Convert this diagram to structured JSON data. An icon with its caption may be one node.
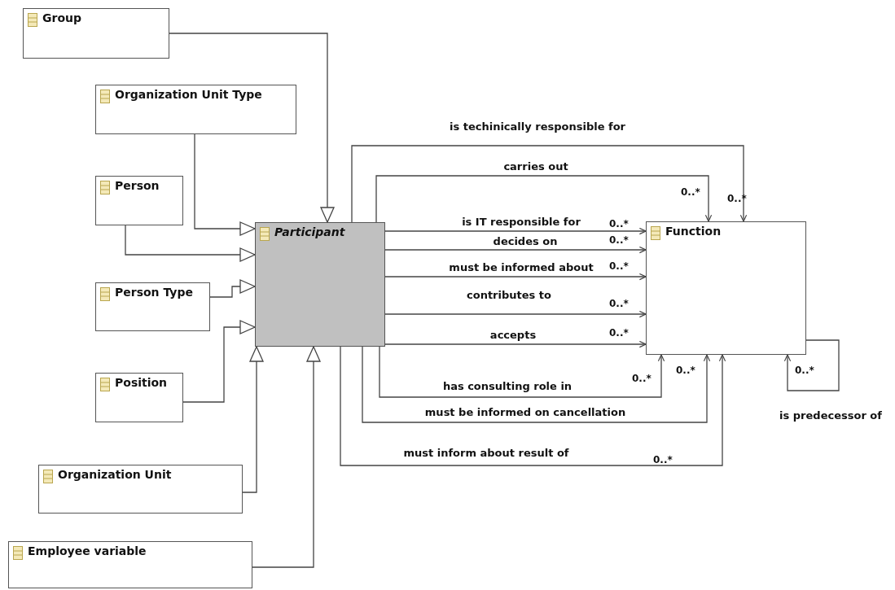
{
  "diagram": {
    "nodes": [
      {
        "text": [
          "Group"
        ]
      },
      {
        "text": [
          "Organization Unit Type"
        ]
      },
      {
        "text": [
          "Person"
        ]
      },
      {
        "text": [
          "Person Type"
        ]
      },
      {
        "text": [
          "Position"
        ]
      },
      {
        "text": [
          "Organization Unit"
        ]
      },
      {
        "text": [
          "Employee variable"
        ]
      },
      {
        "text": [
          "Participant"
        ]
      },
      {
        "text": [
          "Function"
        ]
      }
    ],
    "edges": [
      {
        "from": 0,
        "to": 7,
        "arrow": "to"
      },
      {
        "from": 1,
        "to": 7,
        "arrow": "to"
      },
      {
        "from": 2,
        "to": 7,
        "arrow": "to"
      },
      {
        "from": 3,
        "to": 7,
        "arrow": "to"
      },
      {
        "from": 4,
        "to": 7,
        "arrow": "to"
      },
      {
        "from": 5,
        "to": 7,
        "arrow": "to"
      },
      {
        "from": 6,
        "to": 7,
        "arrow": "to"
      },
      {
        "from": 7,
        "to": 8,
        "arrow": "to",
        "label": "is techinically responsible for"
      },
      {
        "from": 7,
        "to": 8,
        "arrow": "to",
        "label": "carries out"
      },
      {
        "from": 7,
        "to": 8,
        "arrow": "to",
        "label": "is IT responsible for"
      },
      {
        "from": 7,
        "to": 8,
        "arrow": "to",
        "label": "decides on"
      },
      {
        "from": 7,
        "to": 8,
        "arrow": "to",
        "label": "must be informed about"
      },
      {
        "from": 7,
        "to": 8,
        "arrow": "to",
        "label": "contributes to"
      },
      {
        "from": 7,
        "to": 8,
        "arrow": "to",
        "label": "accepts"
      },
      {
        "from": 7,
        "to": 8,
        "arrow": "to",
        "label": "has consulting role in"
      },
      {
        "from": 7,
        "to": 8,
        "arrow": "to",
        "label": "must be informed on cancellation"
      },
      {
        "from": 7,
        "to": 8,
        "arrow": "to",
        "label": "must inform about result of"
      },
      {
        "from": 8,
        "to": 8,
        "arrow": "to",
        "label": "is predecessor of"
      }
    ],
    "labels": [
      "0..*",
      "0..*",
      "0..*",
      "0..*",
      "0..*",
      "0..*",
      "0..*",
      "0..*",
      "0..*",
      "0..*",
      "0..*"
    ]
  }
}
